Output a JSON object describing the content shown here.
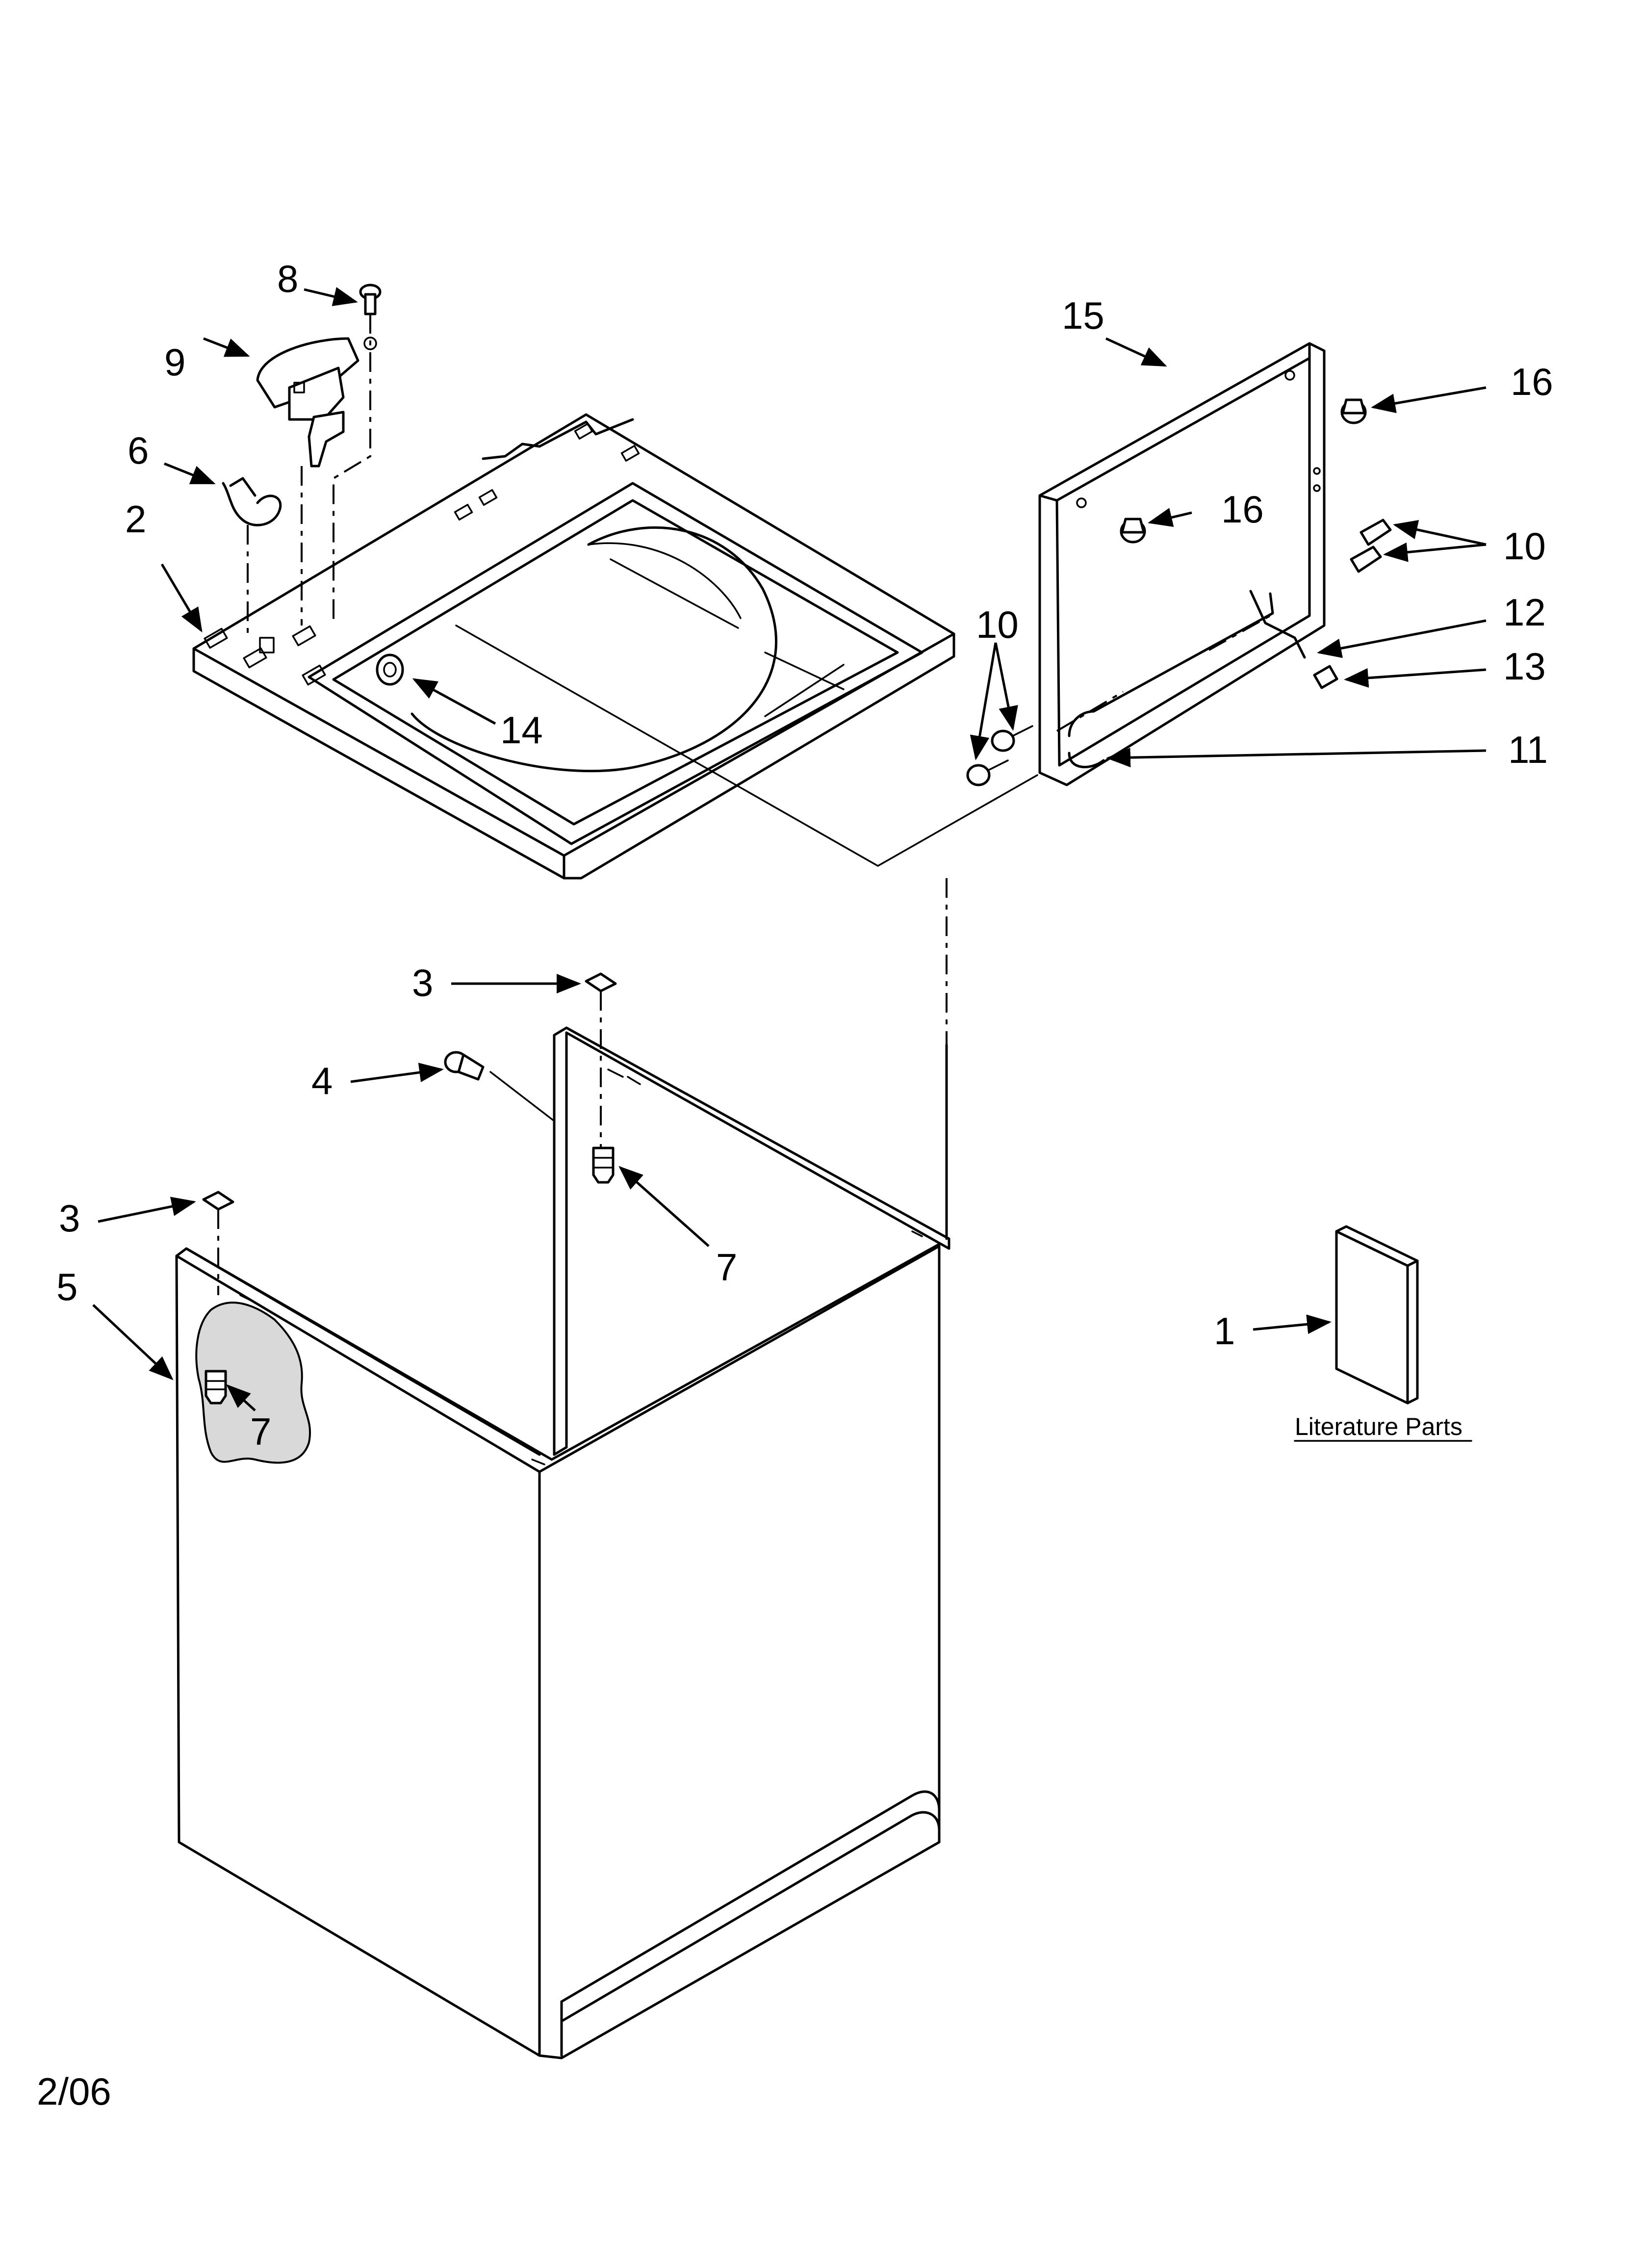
{
  "callouts": {
    "c1": "1",
    "c2": "2",
    "c3a": "3",
    "c3b": "3",
    "c4": "4",
    "c5": "5",
    "c6": "6",
    "c7a": "7",
    "c7b": "7",
    "c8": "8",
    "c9": "9",
    "c10a": "10",
    "c10b": "10",
    "c11": "11",
    "c12": "12",
    "c13": "13",
    "c14": "14",
    "c15": "15",
    "c16a": "16",
    "c16b": "16"
  },
  "literature_caption": "Literature Parts",
  "date_code": "2/06"
}
